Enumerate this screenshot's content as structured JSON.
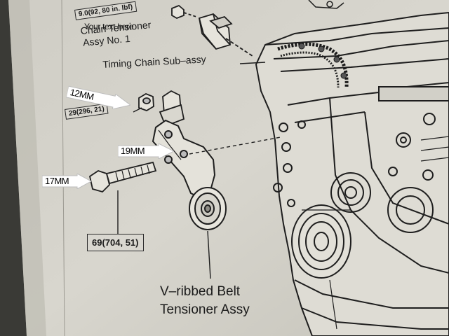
{
  "labels": {
    "torque_top": "9.0(92, 80 in. lbf)",
    "overlay_text": "Your text here",
    "chain_tensioner_line1": "Chain Tensioner",
    "chain_tensioner_line2": "Assy No. 1",
    "timing_chain": "Timing Chain Sub–assy",
    "torque_29": "29(296, 21)",
    "torque_69": "69(704, 51)",
    "belt_tensioner_line1": "V–ribbed Belt",
    "belt_tensioner_line2": "Tensioner Assy"
  },
  "callouts": {
    "c12": "12MM",
    "c19": "19MM",
    "c17": "17MM"
  },
  "colors": {
    "paper": "#d6d4cc",
    "ink": "#1b1b1b",
    "callout_fill": "#ffffff"
  }
}
